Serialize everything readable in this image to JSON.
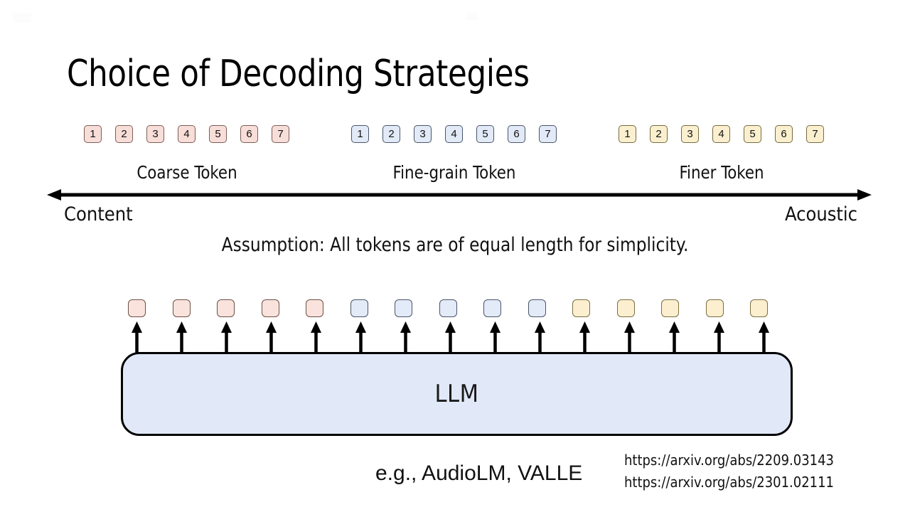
{
  "slide": {
    "title": "Choice of Decoding Strategies",
    "assumption": "Assumption: All tokens are of equal length for simplicity.",
    "background_color": "#ffffff"
  },
  "axis": {
    "left_label": "Content",
    "right_label": "Acoustic",
    "direction": "double-headed"
  },
  "token_groups": [
    {
      "id": "coarse",
      "label": "Coarse Token",
      "color": "#f8ded8",
      "border_color": "#7d5d56",
      "tokens": [
        "1",
        "2",
        "3",
        "4",
        "5",
        "6",
        "7"
      ]
    },
    {
      "id": "fine",
      "label": "Fine-grain Token",
      "color": "#e2e9f7",
      "border_color": "#4a5668",
      "tokens": [
        "1",
        "2",
        "3",
        "4",
        "5",
        "6",
        "7"
      ]
    },
    {
      "id": "finer",
      "label": "Finer Token",
      "color": "#faf0cf",
      "border_color": "#766b3f",
      "tokens": [
        "1",
        "2",
        "3",
        "4",
        "5",
        "6",
        "7"
      ]
    }
  ],
  "output_sequence": {
    "count": 15,
    "boxes": [
      {
        "group": "coarse"
      },
      {
        "group": "coarse"
      },
      {
        "group": "coarse"
      },
      {
        "group": "coarse"
      },
      {
        "group": "coarse"
      },
      {
        "group": "fine"
      },
      {
        "group": "fine"
      },
      {
        "group": "fine"
      },
      {
        "group": "fine"
      },
      {
        "group": "fine"
      },
      {
        "group": "finer"
      },
      {
        "group": "finer"
      },
      {
        "group": "finer"
      },
      {
        "group": "finer"
      },
      {
        "group": "finer"
      }
    ]
  },
  "model_block": {
    "label": "LLM",
    "fill_color": "#e1e8f7",
    "border_color": "#000000"
  },
  "footer": {
    "example_caption": "e.g., AudioLM, VALLE",
    "references": [
      "https://arxiv.org/abs/2209.03143",
      "https://arxiv.org/abs/2301.02111"
    ]
  }
}
